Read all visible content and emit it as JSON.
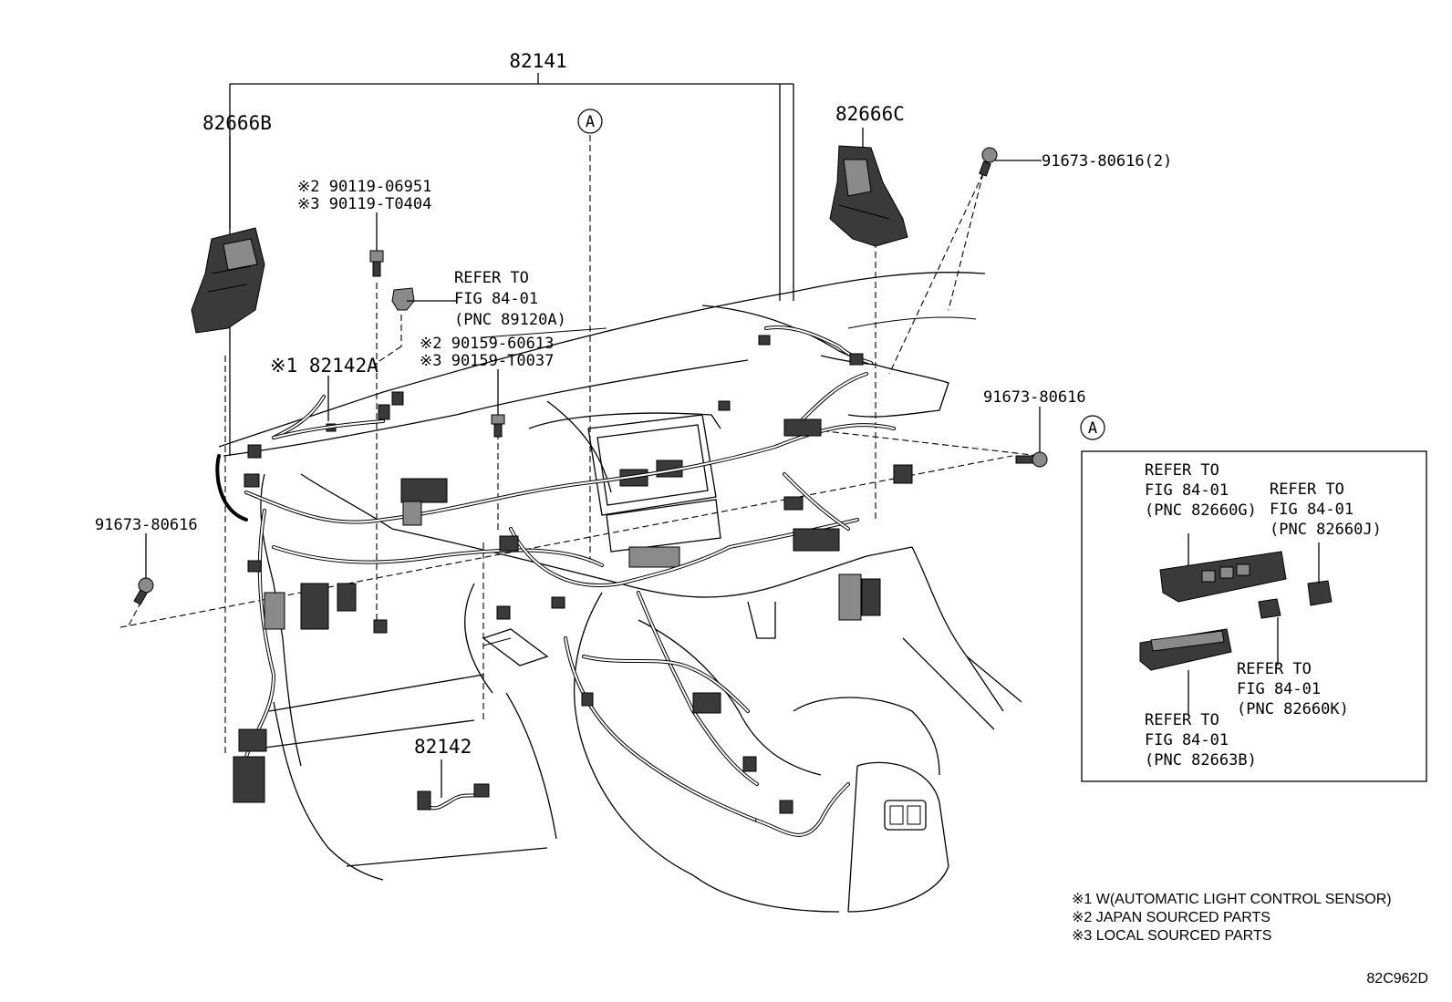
{
  "diagram": {
    "main_part": "82141",
    "labels": {
      "p82666B": "82666B",
      "p82666C": "82666C",
      "bolt_top_right": "91673-80616(2)",
      "clip_2": "※2 90119-06951",
      "clip_3": "※3 90119-T0404",
      "refer_a_1": "REFER TO",
      "refer_a_2": "FIG 84-01",
      "refer_a_3": "(PNC 89120A)",
      "screw_2": "※2 90159-60613",
      "screw_3": "※3 90159-T0037",
      "p82142A": "※1 82142A",
      "bolt_right": "91673-80616",
      "bolt_left": "91673-80616",
      "p82142": "82142",
      "marker_a": "A",
      "marker_a_inset": "A"
    },
    "inset": {
      "ref_g_1": "REFER TO",
      "ref_g_2": "FIG 84-01",
      "ref_g_3": "(PNC 82660G)",
      "ref_j_1": "REFER TO",
      "ref_j_2": "FIG 84-01",
      "ref_j_3": "(PNC 82660J)",
      "ref_k_1": "REFER TO",
      "ref_k_2": "FIG 84-01",
      "ref_k_3": "(PNC 82660K)",
      "ref_b_1": "REFER TO",
      "ref_b_2": "FIG 84-01",
      "ref_b_3": "(PNC 82663B)"
    },
    "notes": [
      "※1 W(AUTOMATIC LIGHT CONTROL SENSOR)",
      "※2 JAPAN SOURCED PARTS",
      "※3 LOCAL SOURCED PARTS"
    ],
    "figure_code": "82C962D"
  }
}
